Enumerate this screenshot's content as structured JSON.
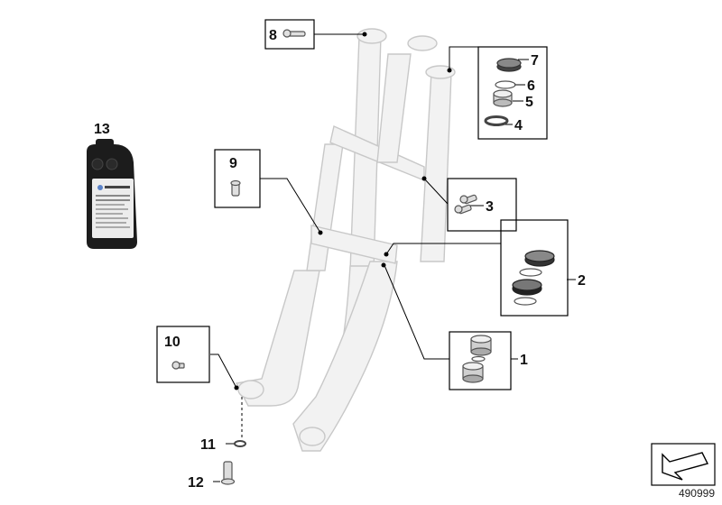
{
  "diagram": {
    "reference_number": "490999",
    "callouts": [
      {
        "id": "c1",
        "label": "1"
      },
      {
        "id": "c2",
        "label": "2"
      },
      {
        "id": "c3",
        "label": "3"
      },
      {
        "id": "c4",
        "label": "4"
      },
      {
        "id": "c5",
        "label": "5"
      },
      {
        "id": "c6",
        "label": "6"
      },
      {
        "id": "c7",
        "label": "7"
      },
      {
        "id": "c8",
        "label": "8"
      },
      {
        "id": "c9",
        "label": "9"
      },
      {
        "id": "c10",
        "label": "10"
      },
      {
        "id": "c11",
        "label": "11"
      },
      {
        "id": "c12",
        "label": "12"
      },
      {
        "id": "c13",
        "label": "13"
      }
    ]
  },
  "colors": {
    "fork_fill": "#f2f2f2",
    "fork_stroke": "#c8c8c8",
    "leader": "#000000",
    "part": "#555555",
    "bottle": "#1c1c1c"
  },
  "icons": {
    "view_arrow": "view-direction-arrow-icon"
  }
}
